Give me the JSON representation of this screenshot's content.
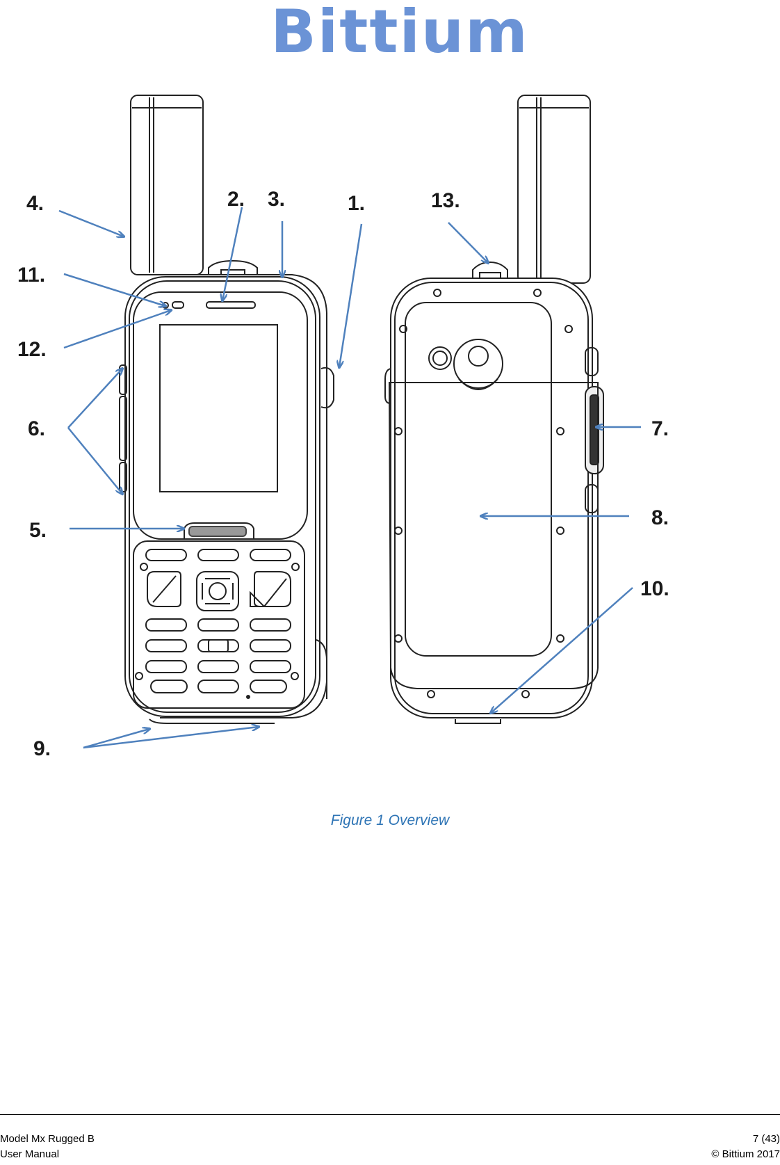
{
  "header": {
    "logo_text": "Bittium",
    "logo_color": "#6b93d6"
  },
  "figure": {
    "callouts": [
      "1.",
      "2.",
      "3.",
      "4.",
      "5.",
      "6.",
      "7.",
      "8.",
      "9.",
      "10.",
      "11.",
      "12.",
      "13."
    ],
    "arrow_color": "#4f81bd",
    "caption": "Figure 1 Overview",
    "caption_color": "#2e74b5"
  },
  "footer": {
    "left_line1": "Model Mx Rugged B",
    "left_line2": "User Manual",
    "right_line1": "7 (43)",
    "right_line2": "© Bittium 2017"
  }
}
